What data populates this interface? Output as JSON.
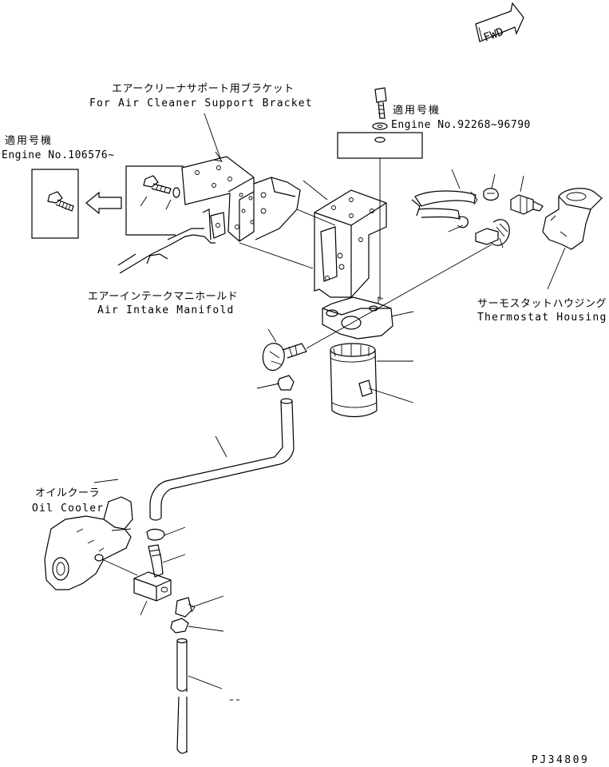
{
  "fwd_mark": "FWD",
  "drawing_code": "PJ34809",
  "labels": {
    "bracket_jp": "エアークリーナサポート用ブラケット",
    "bracket_en": "For Air Cleaner Support Bracket",
    "applic_left_jp": "適用号機",
    "applic_left_en": "Engine No.106576~",
    "applic_right_jp": "適用号機",
    "applic_right_en": "Engine No.92268~96790",
    "manifold_jp": "エアーインテークマニホールド",
    "manifold_en": "Air Intake Manifold",
    "thermostat_jp": "サーモスタットハウジング",
    "thermostat_en": "Thermostat Housing",
    "oilcooler_jp": "オイルクーラ",
    "oilcooler_en": "Oil Cooler"
  }
}
